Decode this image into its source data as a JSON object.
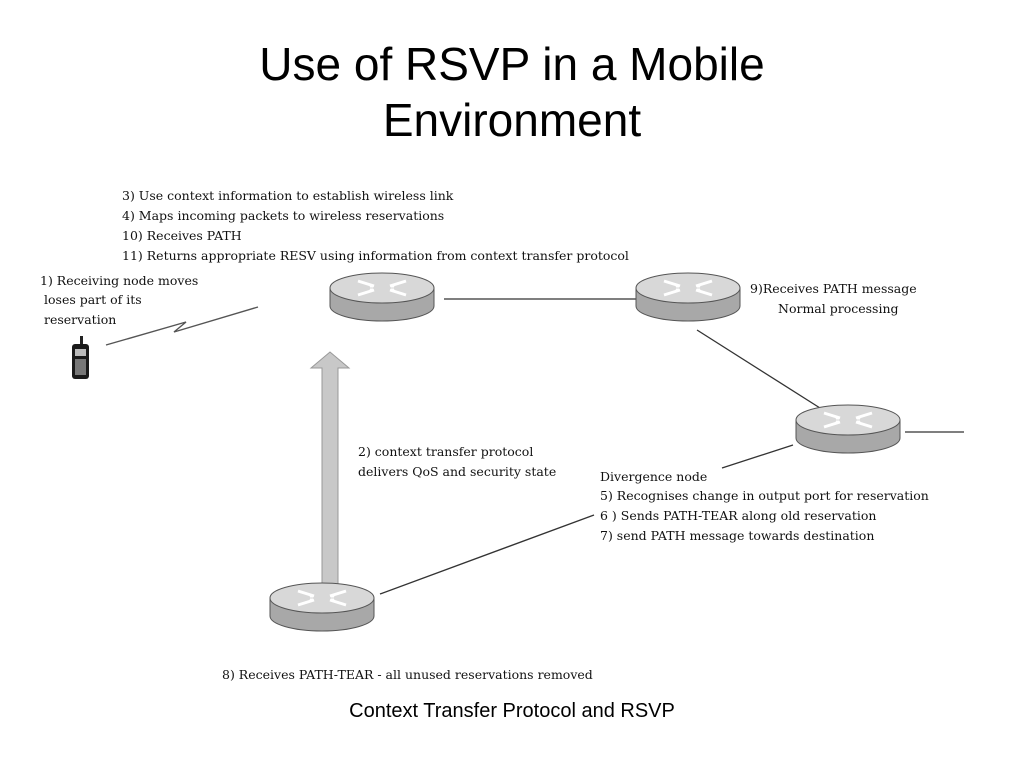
{
  "slide": {
    "title_line1": "Use of RSVP in a Mobile",
    "title_line2": "Environment",
    "caption": "Context Transfer Protocol and RSVP"
  },
  "diagram": {
    "notes_top": [
      "3) Use context information to establish wireless link",
      "4) Maps incoming packets to wireless reservations",
      "10) Receives PATH",
      "11) Returns appropriate RESV using information from context transfer protocol"
    ],
    "note_mobile": [
      "1) Receiving node moves",
      "loses part of its",
      "reservation"
    ],
    "note_router_right": [
      "9)Receives PATH message",
      "Normal processing"
    ],
    "note_context": [
      "2) context transfer protocol",
      "delivers QoS and security state"
    ],
    "note_divergence": [
      "Divergence node",
      "5) Recognises change in output port for reservation",
      "6 ) Sends PATH-TEAR along old reservation",
      "7) send PATH message towards destination"
    ],
    "note_bottom": "8) Receives PATH-TEAR - all unused reservations removed",
    "icons": {
      "router": "router-icon",
      "mobile": "mobile-phone-icon",
      "wireless": "lightning-icon"
    },
    "colors": {
      "router_top": "#d8d8d8",
      "router_side": "#a8a8a8",
      "arrow_fill": "#c8c8c8",
      "line": "#333333"
    }
  }
}
